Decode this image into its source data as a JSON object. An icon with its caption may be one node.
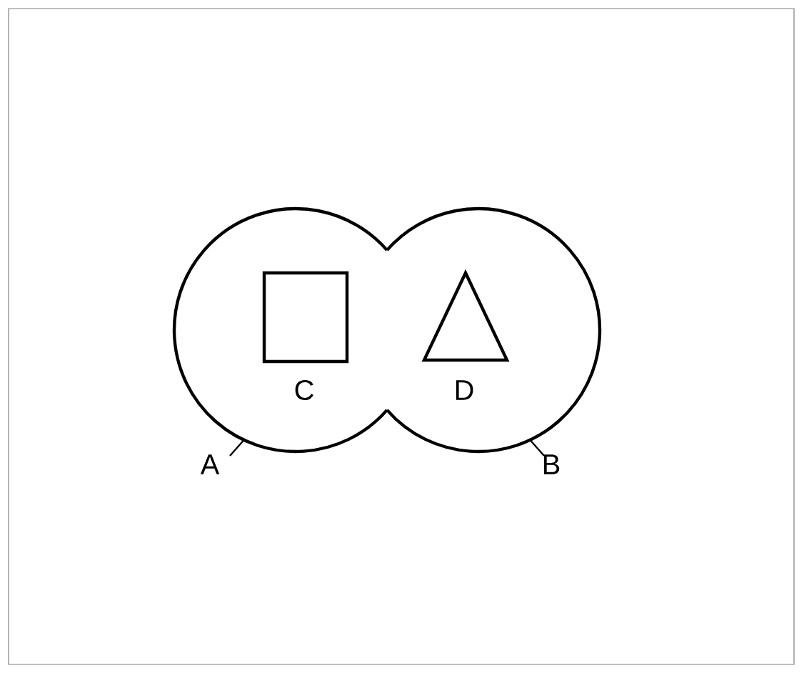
{
  "diagram": {
    "nodes": [
      {
        "text": [],
        "shape": "circle"
      },
      {
        "text": [],
        "shape": "circle"
      },
      {
        "text": [
          "A"
        ]
      },
      {
        "text": [
          "B"
        ]
      },
      {
        "text": [],
        "shape": "box",
        "beside": [
          "C"
        ],
        "in": 0
      },
      {
        "text": [],
        "shape": "triangle",
        "beside": [
          "D"
        ],
        "in": 1
      }
    ],
    "edges": [
      {
        "from": 2,
        "to": 0,
        "arrow": "none"
      },
      {
        "from": 3,
        "to": 1,
        "arrow": "none"
      }
    ]
  }
}
